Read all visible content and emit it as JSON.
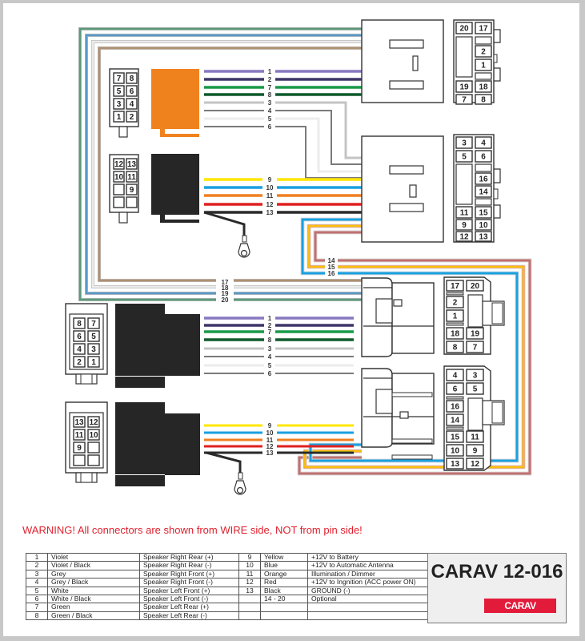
{
  "warning": "WARNING! All connectors are shown from WIRE side, NOT from pin side!",
  "brand": {
    "model": "CARAV 12-016",
    "logo": "CARAV"
  },
  "colors": {
    "violet": "#8878c0",
    "violet_black": "#3e3668",
    "green": "#1a9a48",
    "green_black": "#0e5a2c",
    "grey": "#c4c4c4",
    "grey_black": "#7a7a7a",
    "white": "#ececec",
    "white_black": "#7a7a7a",
    "yellow": "#ffe600",
    "blue": "#1aa0e0",
    "orange": "#f08020",
    "red": "#e02020",
    "black": "#2a2a2a",
    "pink_brown": "#c07070",
    "tan": "#b09070",
    "sea_green": "#5a9a7a",
    "steel_blue": "#5a9ac8",
    "connector_orange": "#f0821e",
    "connector_black": "#262626",
    "warning_red": "#e0202e",
    "logo_red": "#e31b3a"
  },
  "wire_labels": {
    "speaker": [
      "1",
      "2",
      "7",
      "8",
      "3",
      "4",
      "5",
      "6"
    ],
    "power": [
      "9",
      "10",
      "11",
      "12",
      "13"
    ],
    "optional_a": [
      "14",
      "15",
      "16"
    ],
    "optional_b": [
      "17",
      "18",
      "19",
      "20"
    ]
  },
  "iso_speaker_pins": [
    "7",
    "8",
    "5",
    "6",
    "3",
    "4",
    "1",
    "2"
  ],
  "iso_power_pins": [
    "12",
    "13",
    "10",
    "11",
    "",
    "9",
    "",
    ""
  ],
  "car_speaker_pins": [
    "8",
    "7",
    "6",
    "5",
    "4",
    "3",
    "2",
    "1"
  ],
  "car_power_pins": [
    "13",
    "12",
    "11",
    "10",
    "9",
    "",
    "",
    ""
  ],
  "top_connector_a": {
    "pins": [
      "20",
      "17",
      "2",
      "1",
      "19",
      "18",
      "7",
      "8"
    ]
  },
  "top_connector_b": {
    "pins": [
      "3",
      "4",
      "5",
      "6",
      "16",
      "14",
      "11",
      "15",
      "9",
      "10",
      "12",
      "13"
    ]
  },
  "car_connector_a": {
    "pins": [
      "17",
      "20",
      "2",
      "1",
      "18",
      "19",
      "8",
      "7"
    ]
  },
  "car_connector_b": {
    "pins": [
      "4",
      "3",
      "6",
      "5",
      "16",
      "14",
      "15",
      "11",
      "10",
      "9",
      "13",
      "12"
    ]
  },
  "legend": {
    "rows": [
      {
        "n": "1",
        "color": "Violet",
        "func": "Speaker Right Rear (+)",
        "n2": "9",
        "color2": "Yellow",
        "func2": "+12V to Battery"
      },
      {
        "n": "2",
        "color": "Violet / Black",
        "func": "Speaker Right Rear (-)",
        "n2": "10",
        "color2": "Blue",
        "func2": "+12V to Automatic Antenna"
      },
      {
        "n": "3",
        "color": "Grey",
        "func": "Speaker Right Front (+)",
        "n2": "11",
        "color2": "Orange",
        "func2": "Illumination / Dimmer"
      },
      {
        "n": "4",
        "color": "Grey / Black",
        "func": "Speaker Right Front (-)",
        "n2": "12",
        "color2": "Red",
        "func2": "+12V to Ingnition (ACC power ON)"
      },
      {
        "n": "5",
        "color": "White",
        "func": "Speaker Left Front (+)",
        "n2": "13",
        "color2": "Black",
        "func2": "GROUND (-)"
      },
      {
        "n": "6",
        "color": "White / Black",
        "func": "Speaker Left Front (-)",
        "n2": "",
        "color2": "14 - 20",
        "func2": "Optional"
      },
      {
        "n": "7",
        "color": "Green",
        "func": "Speaker Left Rear (+)",
        "n2": "",
        "color2": "",
        "func2": ""
      },
      {
        "n": "8",
        "color": "Green / Black",
        "func": "Speaker Left Rear (-)",
        "n2": "",
        "color2": "",
        "func2": ""
      }
    ]
  }
}
